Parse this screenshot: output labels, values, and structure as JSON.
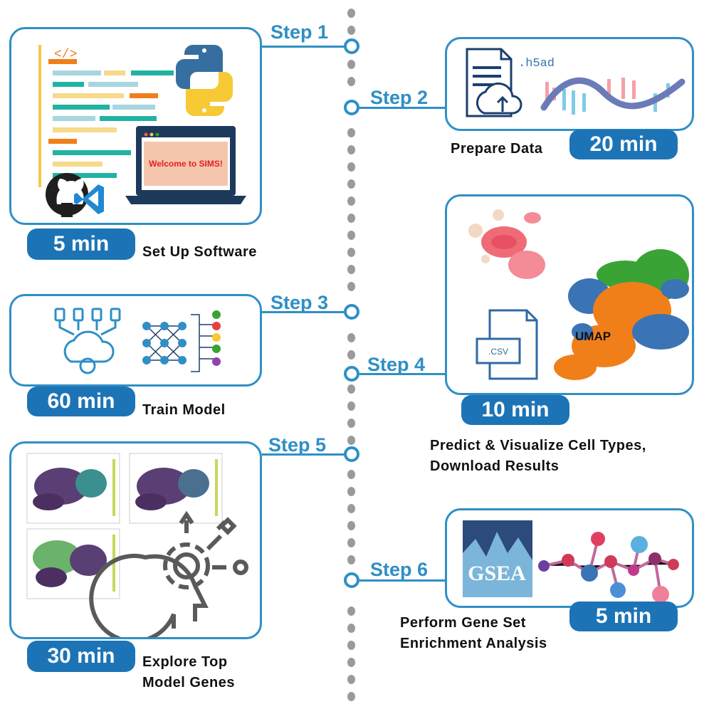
{
  "steps": [
    {
      "label": "Step 1",
      "time": "5 min",
      "caption": "Set Up Software"
    },
    {
      "label": "Step 2",
      "time": "20 min",
      "caption": "Prepare Data"
    },
    {
      "label": "Step 3",
      "time": "60 min",
      "caption": "Train Model"
    },
    {
      "label": "Step 4",
      "time": "10 min",
      "caption_line1": "Predict & Visualize Cell Types,",
      "caption_line2": "Download Results"
    },
    {
      "label": "Step 5",
      "time": "30 min",
      "caption_line1": "Explore Top",
      "caption_line2": "Model Genes"
    },
    {
      "label": "Step 6",
      "time": "5 min",
      "caption_line1": "Perform Gene Set",
      "caption_line2": "Enrichment Analysis"
    }
  ],
  "art": {
    "welcome_text": "Welcome to SIMS!",
    "code_tag": "</>",
    "file_ext": ".h5ad",
    "csv_label": ".CSV",
    "umap_label": "UMAP",
    "gsea_label": "GSEA"
  },
  "colors": {
    "accent": "#2f8fc6",
    "tab": "#1c74b6",
    "timeline_dots": "#9a9a9a",
    "orange": "#f07f1a",
    "green": "#3aa335",
    "blue": "#3a74b5"
  }
}
